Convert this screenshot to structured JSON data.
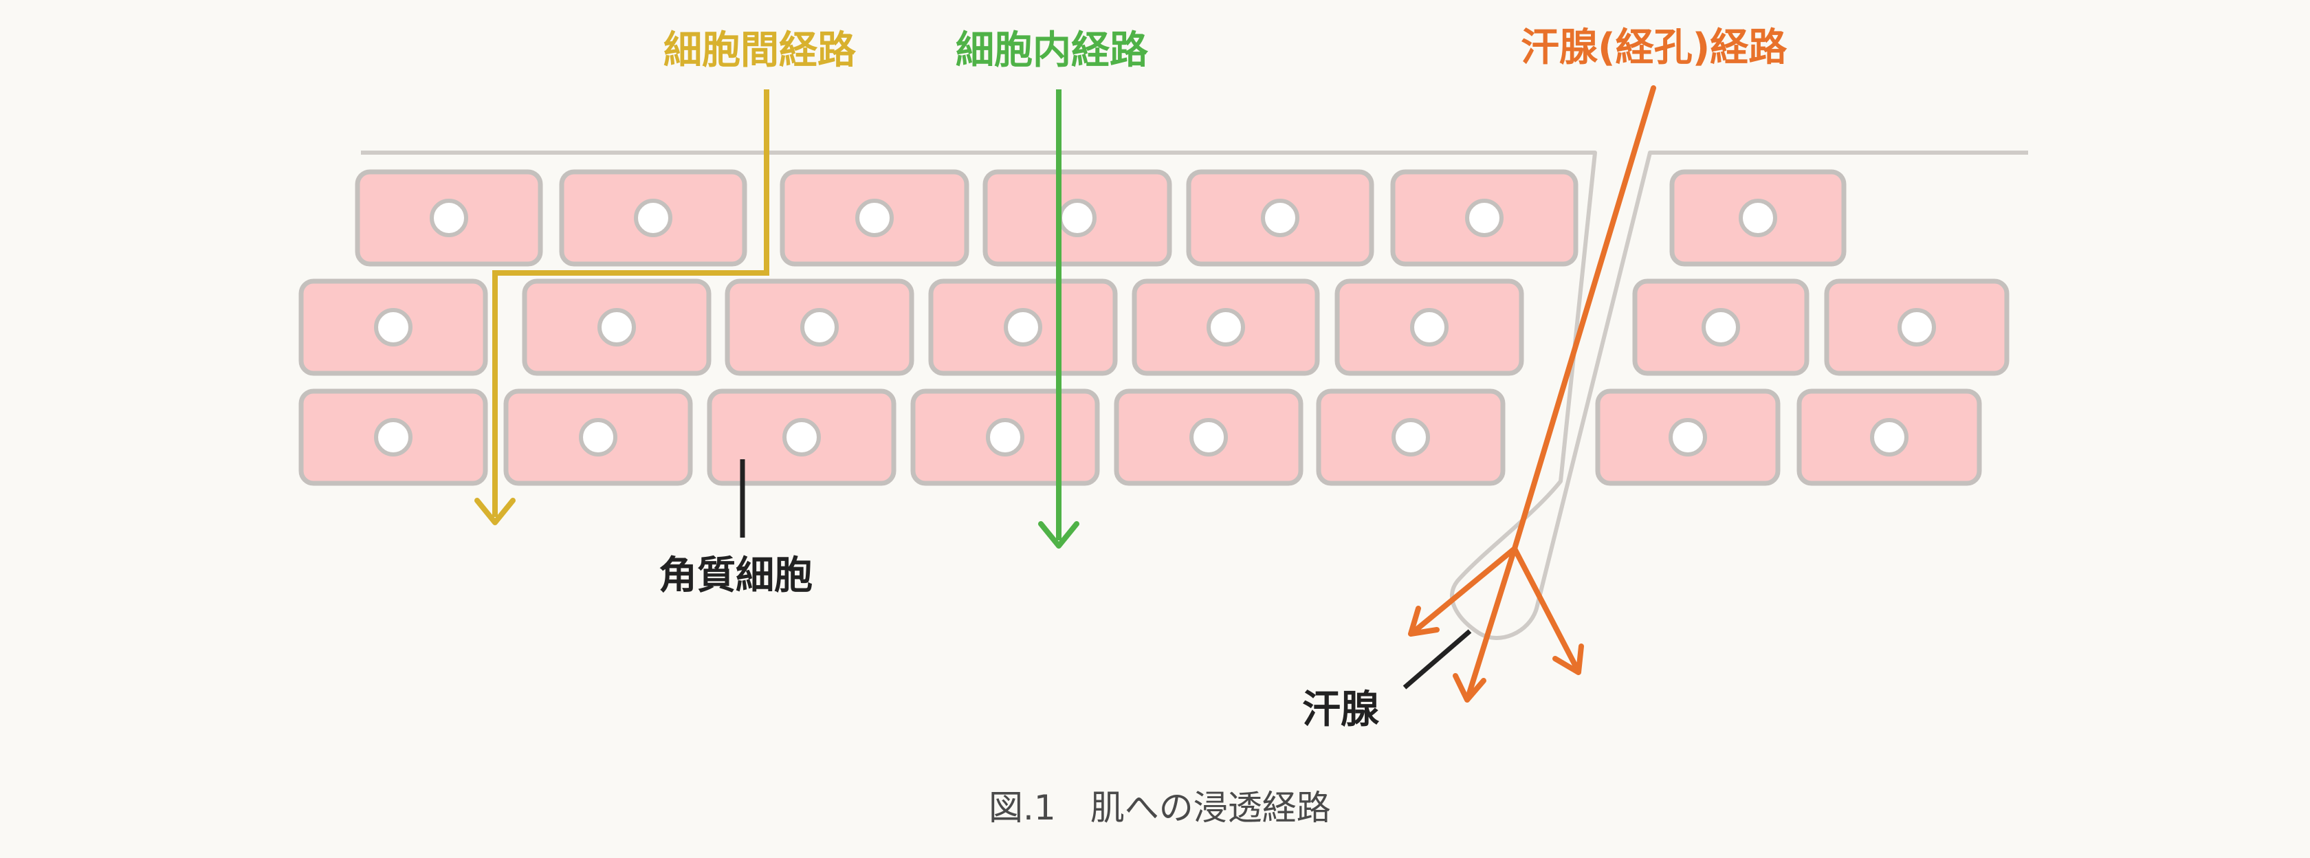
{
  "labels": {
    "intercellular": "細胞間経路",
    "intracellular": "細胞内経路",
    "sweat_gland_route": "汗腺(経孔)経路",
    "corneocyte": "角質細胞",
    "sweat_gland": "汗腺"
  },
  "caption": "図.1　肌への浸透経路",
  "colors": {
    "background": "#faf9f5",
    "cell_fill": "#fcc8c8",
    "cell_border": "#c4c0bd",
    "nucleus_fill": "#ffffff",
    "intercellular": "#d8b12e",
    "intracellular": "#4fb247",
    "sweat_gland_route": "#e8712a",
    "pointer": "#222222",
    "caption_text": "#4a4a4a"
  }
}
